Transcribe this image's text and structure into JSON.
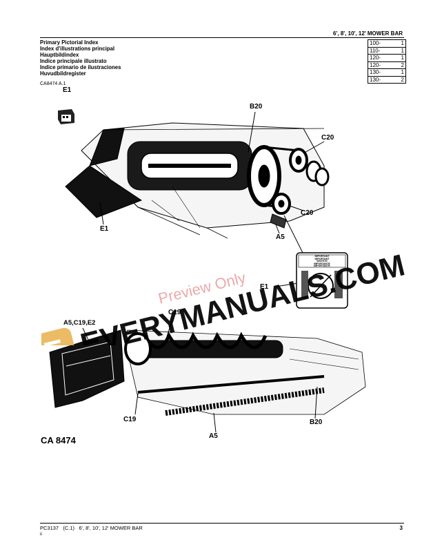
{
  "header": {
    "title": "6', 8', 10', 12' MOWER BAR"
  },
  "index_titles": [
    "Primary Pictorial Index",
    "Index d'illustrations principal",
    "Hauptbildindex",
    "Indice principale illustrato",
    "Indice primario de ilustraciones",
    "Huvudbildregister"
  ],
  "page_index": [
    {
      "code": "100-",
      "page": "1"
    },
    {
      "code": "110-",
      "page": "1"
    },
    {
      "code": "120-",
      "page": "1"
    },
    {
      "code": "120-",
      "page": "2"
    },
    {
      "code": "130-",
      "page": "1"
    },
    {
      "code": "130-",
      "page": "2"
    }
  ],
  "figure_ref": "CA8474 A.1",
  "callouts": {
    "e1_top": "E1",
    "b20_top": "B20",
    "c20_top": "C20",
    "e1_left": "E1",
    "c20_mid": "C20",
    "a5_top": "A5",
    "e1_decal": "E1",
    "a5_c19_e2": "A5,C19,E2",
    "c19_top": "C19",
    "c19_bottom": "C19",
    "b20_bottom": "B20",
    "a5_bottom": "A5"
  },
  "decal_text": [
    "IMPORTANT",
    "IMPORTANT",
    "WICHTIG",
    "IMPORTANTE",
    "IMPORTANTE"
  ],
  "figure_number": "CA 8474",
  "watermark": {
    "main": "EVERYMANUALS.COM",
    "preview": "Preview Only",
    "logo_letter": "E"
  },
  "footer": {
    "doc": "PC3137",
    "rev": "(C.1)",
    "title": "6', 8', 10', 12' MOWER BAR",
    "page": "3",
    "sub": "ii"
  }
}
